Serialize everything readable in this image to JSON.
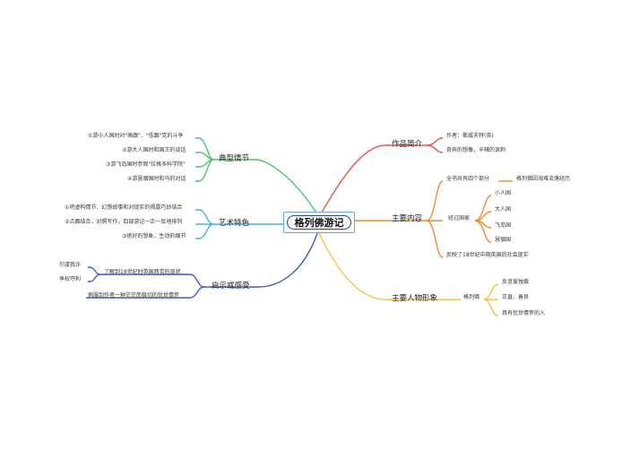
{
  "central": {
    "title": "格列佛游记"
  },
  "left": {
    "plot": {
      "label": "典型情节",
      "color": "#4cc46d",
      "items": [
        "①游小人国时对\"高跟\"、\"低跟\"党的斗争",
        "②游大人国时和国王的谈话",
        "③游飞岛国时参观\"拉格多科学院\"",
        "④游慧骃国时和马的对话"
      ]
    },
    "art": {
      "label": "艺术特色",
      "color": "#3fb6e6",
      "items": [
        "①将虚构情节、幻想故事和对现实的揭露巧妙结合",
        "②点面结合，对照写作，四部游记一正一反地排列",
        "③绝好的想象，生动的细节"
      ]
    },
    "inspiration": {
      "label": "启示或感受",
      "color": "#3b5cc4",
      "items": [
        "了解到18世纪时英国两党的现状",
        "佩服到作者一种茫茫而极切的忧世情怀"
      ],
      "sub_items": [
        "尔虞我诈",
        "争权夺利"
      ]
    }
  },
  "right": {
    "intro": {
      "label": "作品简介",
      "color": "#e8574f",
      "items": [
        "作者：斯威夫特(英)",
        "奇异的想像，辛辣的讽刺"
      ]
    },
    "content": {
      "label": "主要内容",
      "color": "#f08a2c",
      "parts_label": "全书共有四个部分",
      "parts_detail": "格列佛因海难流落经历",
      "countries_label": "经过国家",
      "countries": [
        "小人国",
        "大人国",
        "飞岛国",
        "慧骃国"
      ],
      "reflect": "反映了18世纪中期英国的社会现实"
    },
    "characters": {
      "label": "主要人物形象",
      "color": "#f2c53d",
      "name": "格列佛",
      "traits": [
        "反贪爱独裁",
        "正直、善良",
        "具有忧世情怀的人"
      ]
    }
  }
}
